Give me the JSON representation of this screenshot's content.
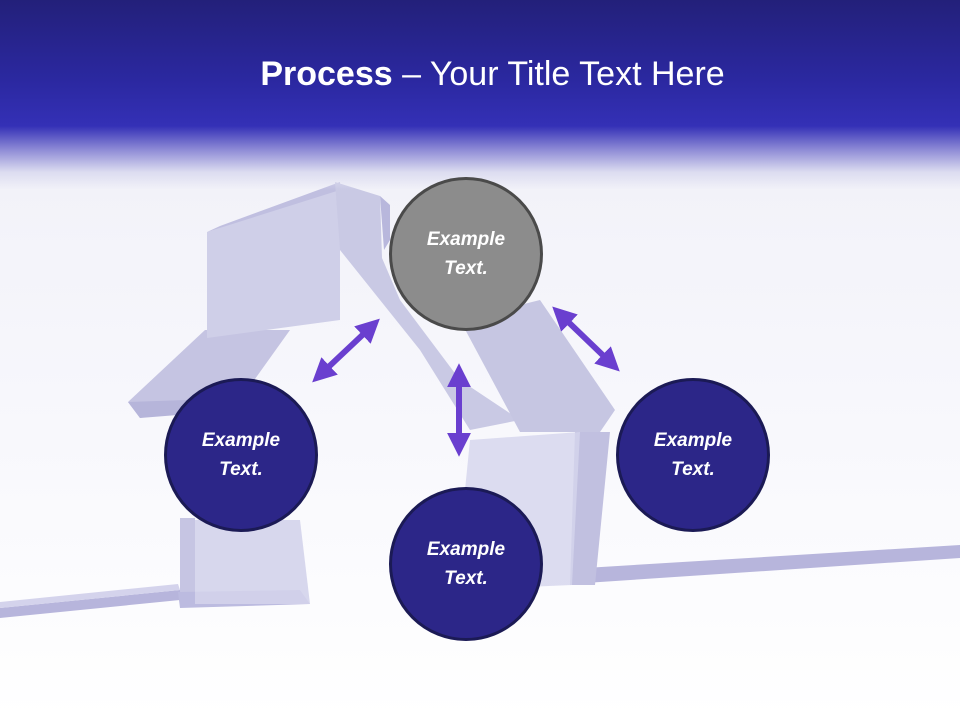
{
  "slide": {
    "title_bold": "Process",
    "title_rest": " – Your Title Text Here"
  },
  "nodes": {
    "top": "Example\nText.",
    "left": "Example\nText.",
    "right": "Example\nText.",
    "bottom": "Example\nText."
  },
  "colors": {
    "header": "#2b28a0",
    "circle_fill": "#2c2688",
    "circle_highlight": "#8c8c8c",
    "arrow": "#6a3fcf",
    "house": "#c8c8e2"
  }
}
